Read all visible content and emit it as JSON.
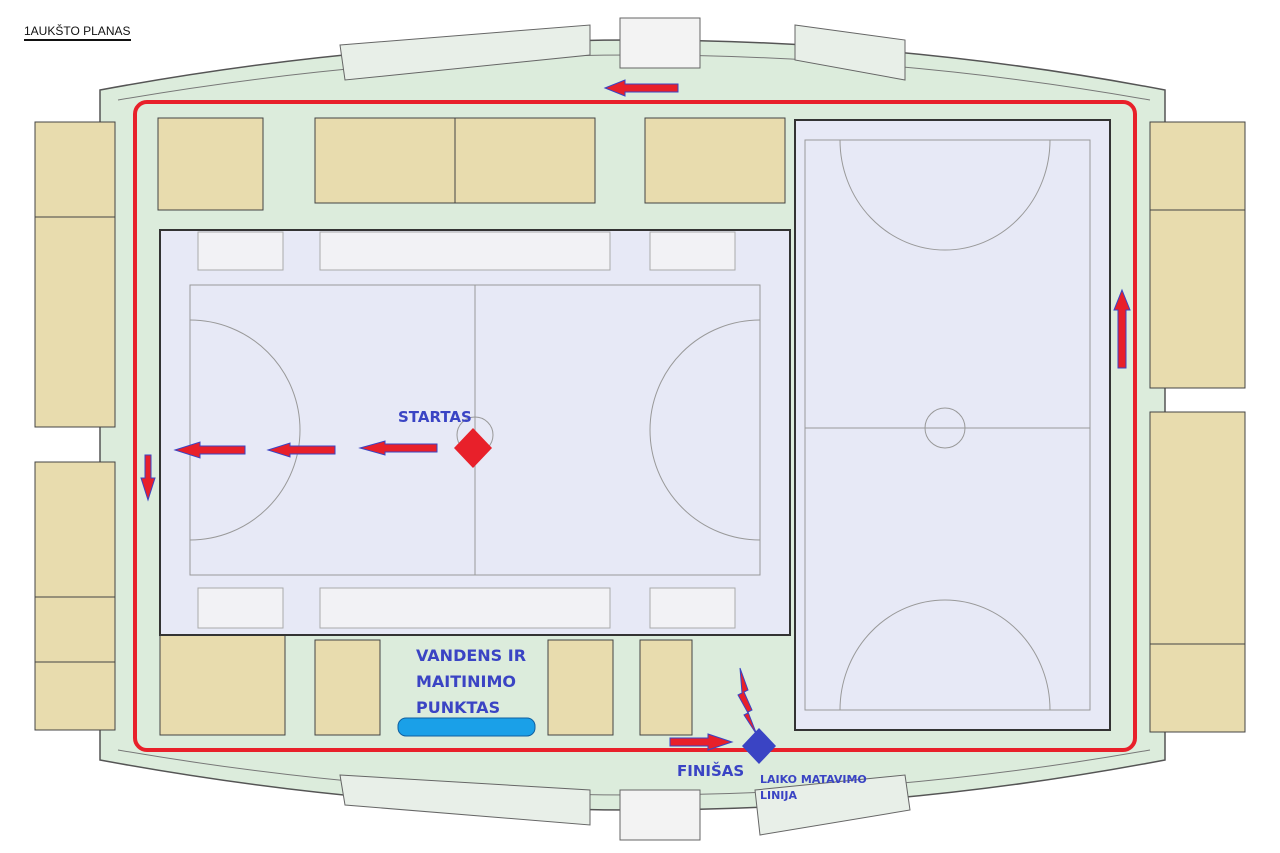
{
  "title": "1AUKŠTO PLANAS",
  "labels": {
    "start": "STARTAS",
    "water_line1": "VANDENS IR",
    "water_line2": "MAITINIMO",
    "water_line3": "PUNKTAS",
    "finish": "FINIŠAS",
    "timing_line1": "LAIKO MATAVIMO",
    "timing_line2": "LINIJA"
  },
  "colors": {
    "route": "#e8202a",
    "marker_blue": "#3a44c4",
    "floor": "#dcecdc",
    "rooms": "#e8dcae",
    "courts": "#e7e9f6",
    "water": "#1aa0e8"
  }
}
